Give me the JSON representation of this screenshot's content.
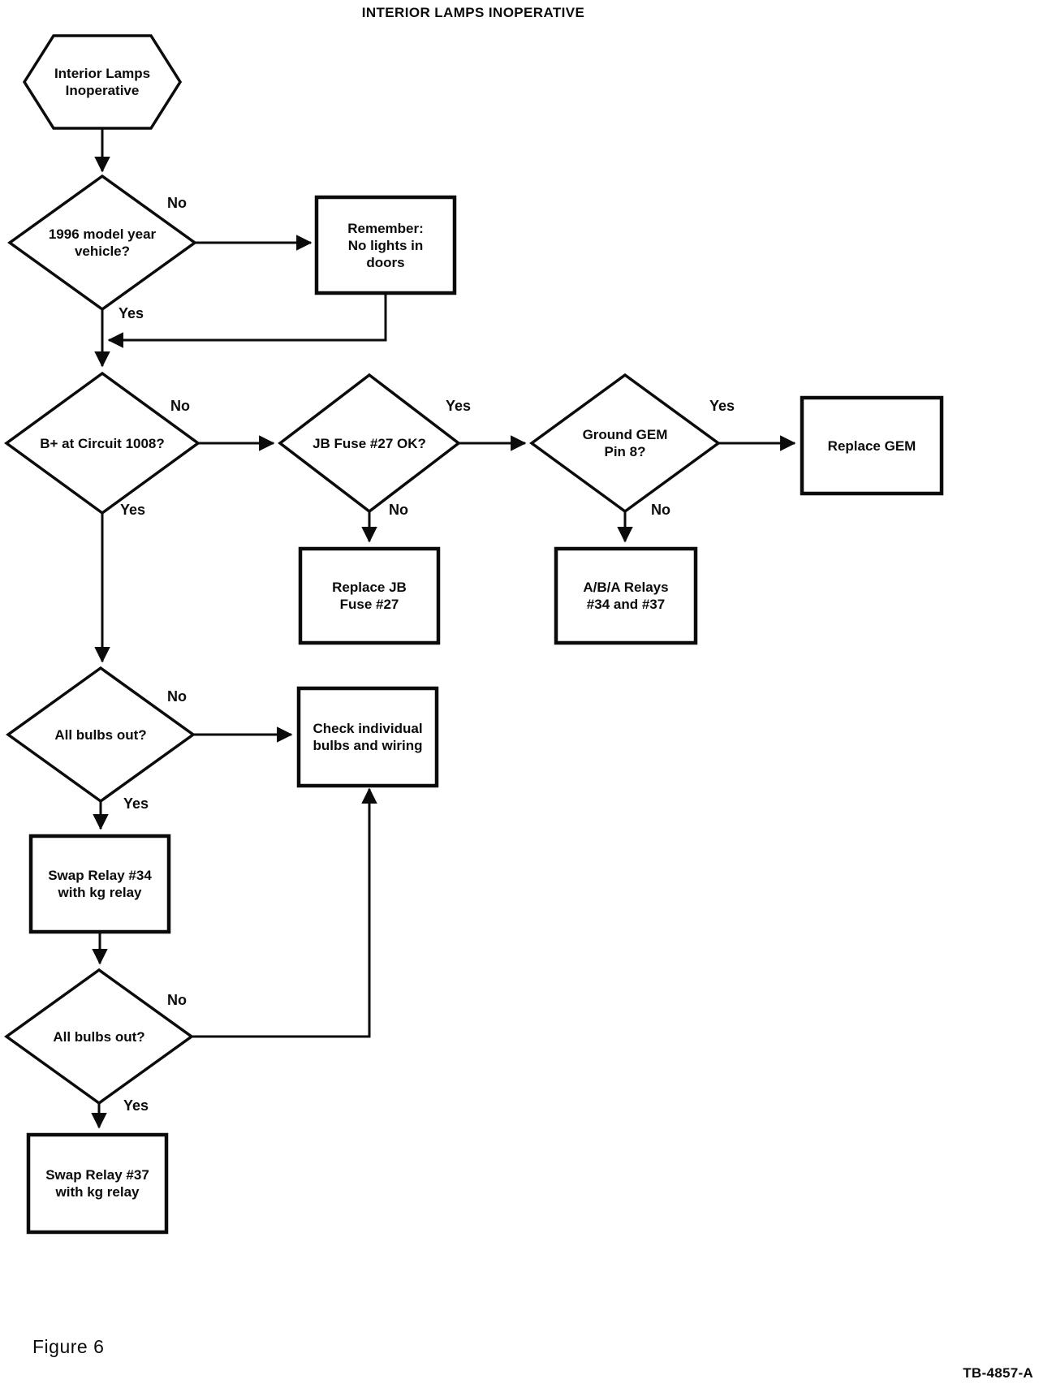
{
  "title": "INTERIOR LAMPS INOPERATIVE",
  "figure_label": "Figure 6",
  "doc_ref": "TB-4857-A",
  "colors": {
    "ink": "#0b0b0b",
    "paper": "#ffffff"
  },
  "nodes": {
    "start": {
      "shape": "hexagon",
      "text": "Interior Lamps\nInoperative"
    },
    "d_model_year": {
      "shape": "diamond",
      "text": "1996 model year\nvehicle?"
    },
    "remember": {
      "shape": "box",
      "text": "Remember:\nNo lights in\ndoors"
    },
    "d_circuit": {
      "shape": "diamond",
      "text": "B+ at Circuit 1008?"
    },
    "d_jb_fuse": {
      "shape": "diamond",
      "text": "JB Fuse #27 OK?"
    },
    "d_gem_pin": {
      "shape": "diamond",
      "text": "Ground GEM\nPin 8?"
    },
    "replace_gem": {
      "shape": "box",
      "text": "Replace GEM"
    },
    "replace_jb": {
      "shape": "box",
      "text": "Replace JB\nFuse #27"
    },
    "aba_relays": {
      "shape": "box",
      "text": "A/B/A Relays\n#34 and #37"
    },
    "d_bulbs_1": {
      "shape": "diamond",
      "text": "All bulbs out?"
    },
    "check_bulbs": {
      "shape": "box",
      "text": "Check individual\nbulbs and wiring"
    },
    "swap_34": {
      "shape": "box",
      "text": "Swap Relay #34\nwith kg relay"
    },
    "d_bulbs_2": {
      "shape": "diamond",
      "text": "All bulbs out?"
    },
    "swap_37": {
      "shape": "box",
      "text": "Swap Relay #37\nwith kg relay"
    }
  },
  "edges": {
    "d_model_year_no": "No",
    "d_model_year_yes": "Yes",
    "d_circuit_no": "No",
    "d_circuit_yes": "Yes",
    "d_jb_fuse_yes": "Yes",
    "d_jb_fuse_no": "No",
    "d_gem_pin_yes": "Yes",
    "d_gem_pin_no": "No",
    "d_bulbs_1_no": "No",
    "d_bulbs_1_yes": "Yes",
    "d_bulbs_2_no": "No",
    "d_bulbs_2_yes": "Yes"
  }
}
